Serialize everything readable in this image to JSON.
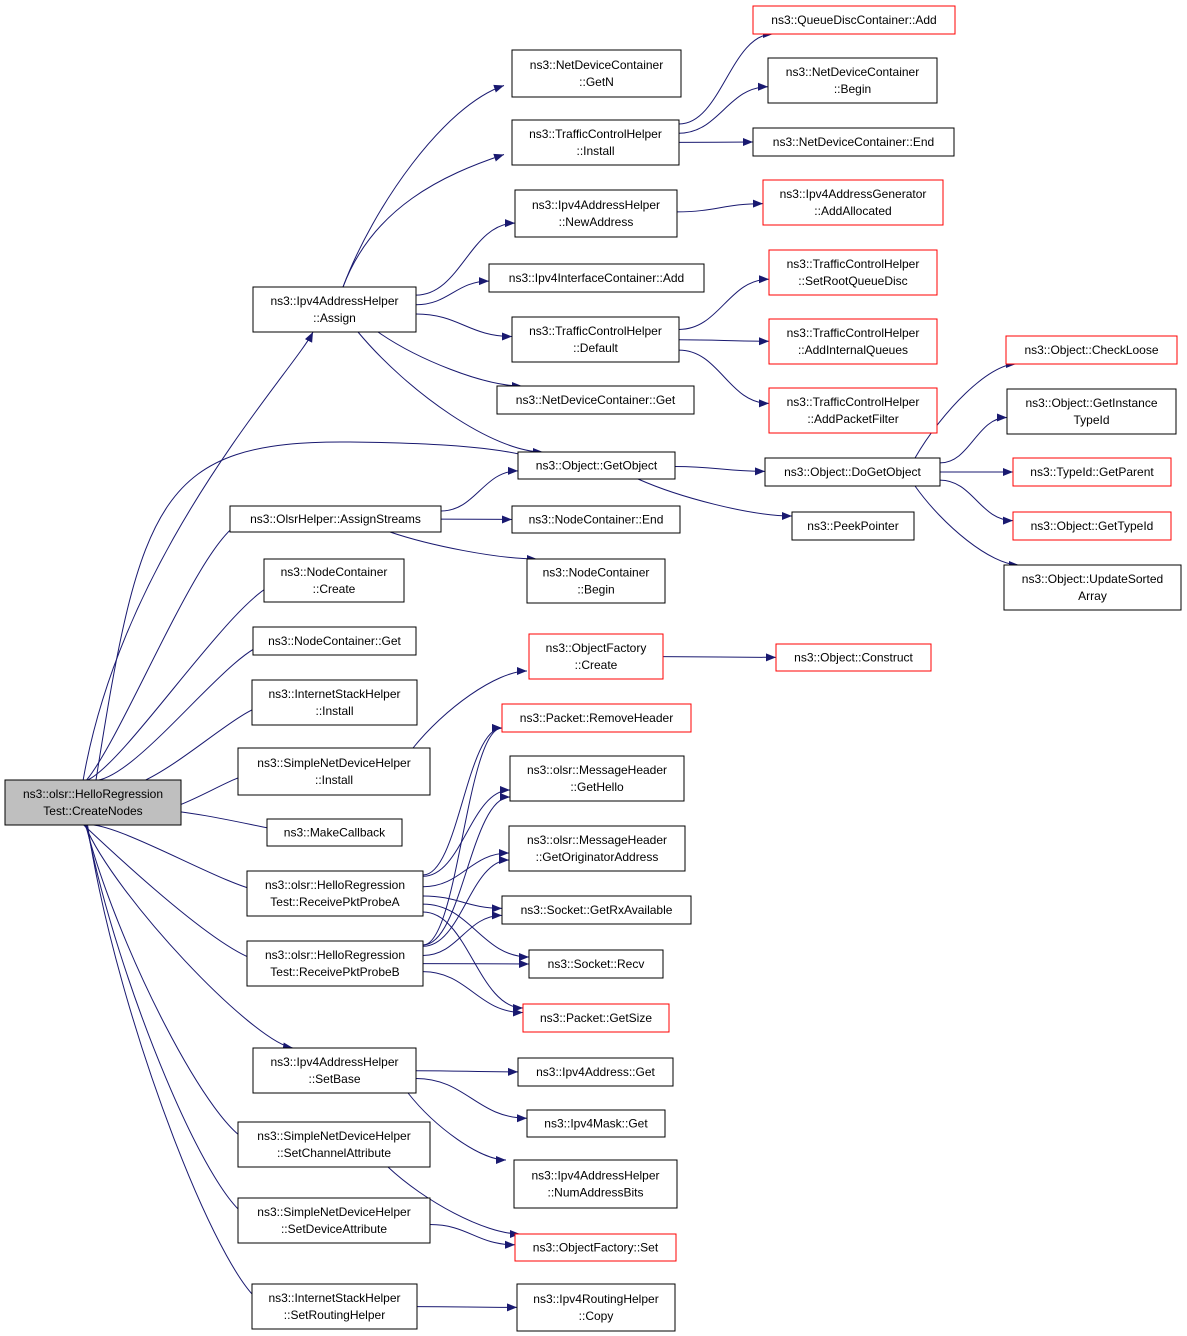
{
  "colors": {
    "edge": "#191970",
    "node_border": "#000000",
    "truncated_border": "#ff0000",
    "root_fill": "#bfbfbf"
  },
  "nodes": {
    "root": [
      "ns3::olsr::HelloRegression",
      "Test::CreateNodes"
    ],
    "ipv4ah_assign": [
      "ns3::Ipv4AddressHelper",
      "::Assign"
    ],
    "olsr_assignstreams": [
      "ns3::OlsrHelper::AssignStreams"
    ],
    "nc_create": [
      "ns3::NodeContainer",
      "::Create"
    ],
    "nc_get": [
      "ns3::NodeContainer::Get"
    ],
    "ish_install": [
      "ns3::InternetStackHelper",
      "::Install"
    ],
    "sndh_install": [
      "ns3::SimpleNetDeviceHelper",
      "::Install"
    ],
    "makecallback": [
      "ns3::MakeCallback"
    ],
    "probe_a": [
      "ns3::olsr::HelloRegression",
      "Test::ReceivePktProbeA"
    ],
    "probe_b": [
      "ns3::olsr::HelloRegression",
      "Test::ReceivePktProbeB"
    ],
    "ipv4ah_setbase": [
      "ns3::Ipv4AddressHelper",
      "::SetBase"
    ],
    "sndh_setchannel": [
      "ns3::SimpleNetDeviceHelper",
      "::SetChannelAttribute"
    ],
    "sndh_setdevice": [
      "ns3::SimpleNetDeviceHelper",
      "::SetDeviceAttribute"
    ],
    "ish_setrouting": [
      "ns3::InternetStackHelper",
      "::SetRoutingHelper"
    ],
    "ndc_getn": [
      "ns3::NetDeviceContainer",
      "::GetN"
    ],
    "tch_install": [
      "ns3::TrafficControlHelper",
      "::Install"
    ],
    "ipv4ah_newaddress": [
      "ns3::Ipv4AddressHelper",
      "::NewAddress"
    ],
    "ipv4ic_add": [
      "ns3::Ipv4InterfaceContainer::Add"
    ],
    "tch_default": [
      "ns3::TrafficControlHelper",
      "::Default"
    ],
    "ndc_get": [
      "ns3::NetDeviceContainer::Get"
    ],
    "obj_getobject": [
      "ns3::Object::GetObject"
    ],
    "nc_end": [
      "ns3::NodeContainer::End"
    ],
    "nc_begin": [
      "ns3::NodeContainer",
      "::Begin"
    ],
    "of_create": [
      "ns3::ObjectFactory",
      "::Create"
    ],
    "pkt_removeheader": [
      "ns3::Packet::RemoveHeader"
    ],
    "mh_gethello": [
      "ns3::olsr::MessageHeader",
      "::GetHello"
    ],
    "mh_getorig": [
      "ns3::olsr::MessageHeader",
      "::GetOriginatorAddress"
    ],
    "sock_getrx": [
      "ns3::Socket::GetRxAvailable"
    ],
    "sock_recv": [
      "ns3::Socket::Recv"
    ],
    "pkt_getsize": [
      "ns3::Packet::GetSize"
    ],
    "ipv4addr_get": [
      "ns3::Ipv4Address::Get"
    ],
    "ipv4mask_get": [
      "ns3::Ipv4Mask::Get"
    ],
    "ipv4ah_numbits": [
      "ns3::Ipv4AddressHelper",
      "::NumAddressBits"
    ],
    "of_set": [
      "ns3::ObjectFactory::Set"
    ],
    "ipv4rh_copy": [
      "ns3::Ipv4RoutingHelper",
      "::Copy"
    ],
    "qdc_add": [
      "ns3::QueueDiscContainer::Add"
    ],
    "ndc_begin": [
      "ns3::NetDeviceContainer",
      "::Begin"
    ],
    "ndc_end": [
      "ns3::NetDeviceContainer::End"
    ],
    "ipv4ag_addalloc": [
      "ns3::Ipv4AddressGenerator",
      "::AddAllocated"
    ],
    "tch_setroot": [
      "ns3::TrafficControlHelper",
      "::SetRootQueueDisc"
    ],
    "tch_addinternal": [
      "ns3::TrafficControlHelper",
      "::AddInternalQueues"
    ],
    "tch_addfilter": [
      "ns3::TrafficControlHelper",
      "::AddPacketFilter"
    ],
    "obj_dogetobject": [
      "ns3::Object::DoGetObject"
    ],
    "peekpointer": [
      "ns3::PeekPointer"
    ],
    "obj_construct": [
      "ns3::Object::Construct"
    ],
    "obj_checkloose": [
      "ns3::Object::CheckLoose"
    ],
    "obj_getinstance": [
      "ns3::Object::GetInstance",
      "TypeId"
    ],
    "typeid_getparent": [
      "ns3::TypeId::GetParent"
    ],
    "obj_gettypeid": [
      "ns3::Object::GetTypeId"
    ],
    "obj_updatesorted": [
      "ns3::Object::UpdateSorted",
      "Array"
    ]
  }
}
